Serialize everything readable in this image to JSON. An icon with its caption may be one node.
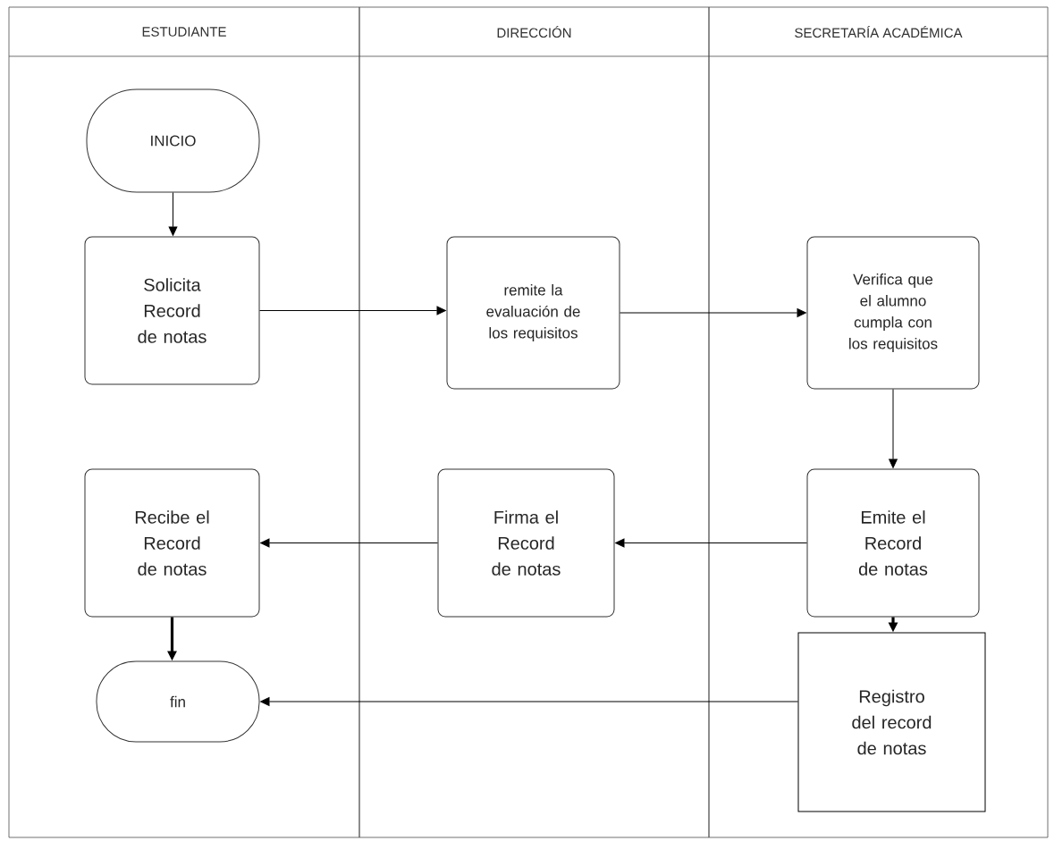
{
  "diagram": {
    "nodes": [
      {
        "text": [
          "ESTUDIANTE"
        ]
      },
      {
        "text": [
          "DIRECCIÓN"
        ]
      },
      {
        "text": [
          "SECRETARÍA ACADÉMICA"
        ]
      },
      {
        "text": [
          "INICIO"
        ],
        "in": 0
      },
      {
        "text": [
          "Solicita Record de notas"
        ],
        "in": 0
      },
      {
        "text": [
          "remite la evaluación de los requisitos"
        ],
        "in": 1
      },
      {
        "text": [
          "Verifica que el alumno cumpla con los requisitos"
        ],
        "in": 2
      },
      {
        "text": [
          "Recibe el Record de notas"
        ],
        "in": 0
      },
      {
        "text": [
          "Firma el Record de notas"
        ],
        "in": 1
      },
      {
        "text": [
          "Emite el Record de notas"
        ],
        "in": 2
      },
      {
        "text": [
          "fin"
        ],
        "in": 0
      },
      {
        "text": [
          "Registro del record de notas"
        ],
        "in": 2
      }
    ],
    "edges": [
      {
        "from": 3,
        "to": 4,
        "arrow": "to"
      },
      {
        "from": 4,
        "to": 5,
        "arrow": "to"
      },
      {
        "from": 5,
        "to": 6,
        "arrow": "to"
      },
      {
        "from": 6,
        "to": 9,
        "arrow": "to"
      },
      {
        "from": 9,
        "to": 8,
        "arrow": "to"
      },
      {
        "from": 8,
        "to": 7,
        "arrow": "to"
      },
      {
        "from": 7,
        "to": 10,
        "arrow": "to",
        "style": "thick"
      },
      {
        "from": 9,
        "to": 11,
        "arrow": "to",
        "style": "thick"
      },
      {
        "from": 11,
        "to": 10,
        "arrow": "to"
      }
    ]
  }
}
